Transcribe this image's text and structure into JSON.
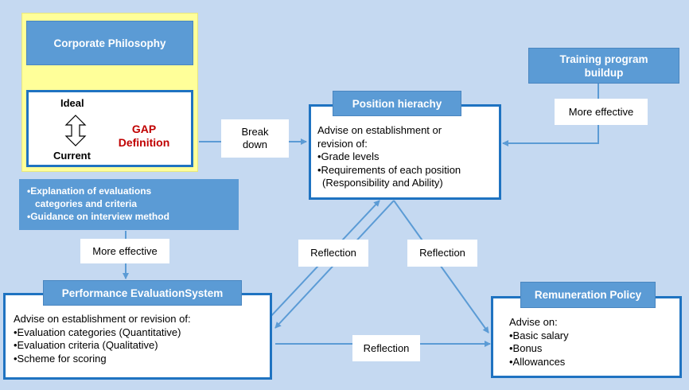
{
  "corporate_philosophy": "Corporate Philosophy",
  "gap_box": {
    "ideal": "Ideal",
    "current": "Current",
    "gap_line1": "GAP",
    "gap_line2": "Definition"
  },
  "break_down": {
    "line1": "Break",
    "line2": "down"
  },
  "position": {
    "title": "Position hierachy",
    "intro1": "Advise on establishment or",
    "intro2": "revision of:",
    "items": [
      "•Grade levels",
      "•Requirements of each position",
      "(Responsibility and Ability)"
    ]
  },
  "training": {
    "line1": "Training program",
    "line2": "buildup"
  },
  "more_effective_right": "More effective",
  "explanation": {
    "items": [
      "•Explanation of evaluations",
      "categories and criteria",
      "•Guidance on interview method"
    ]
  },
  "more_effective_left": "More effective",
  "performance": {
    "title": "Performance EvaluationSystem",
    "intro": "Advise on establishment or revision of:",
    "items": [
      "•Evaluation categories (Quantitative)",
      "•Evaluation criteria (Qualitative)",
      "•Scheme for scoring"
    ]
  },
  "reflection_left": "Reflection",
  "reflection_right": "Reflection",
  "reflection_bottom": "Reflection",
  "remuneration": {
    "title": "Remuneration Policy",
    "intro": "Advise on:",
    "items": [
      "•Basic salary",
      "•Bonus",
      "•Allowances"
    ]
  },
  "colors": {
    "background": "#c5d9f1",
    "header_blue": "#5b9bd5",
    "border_blue": "#1f73c1",
    "gap_red": "#c00000",
    "highlight_yellow": "#ffff99"
  }
}
